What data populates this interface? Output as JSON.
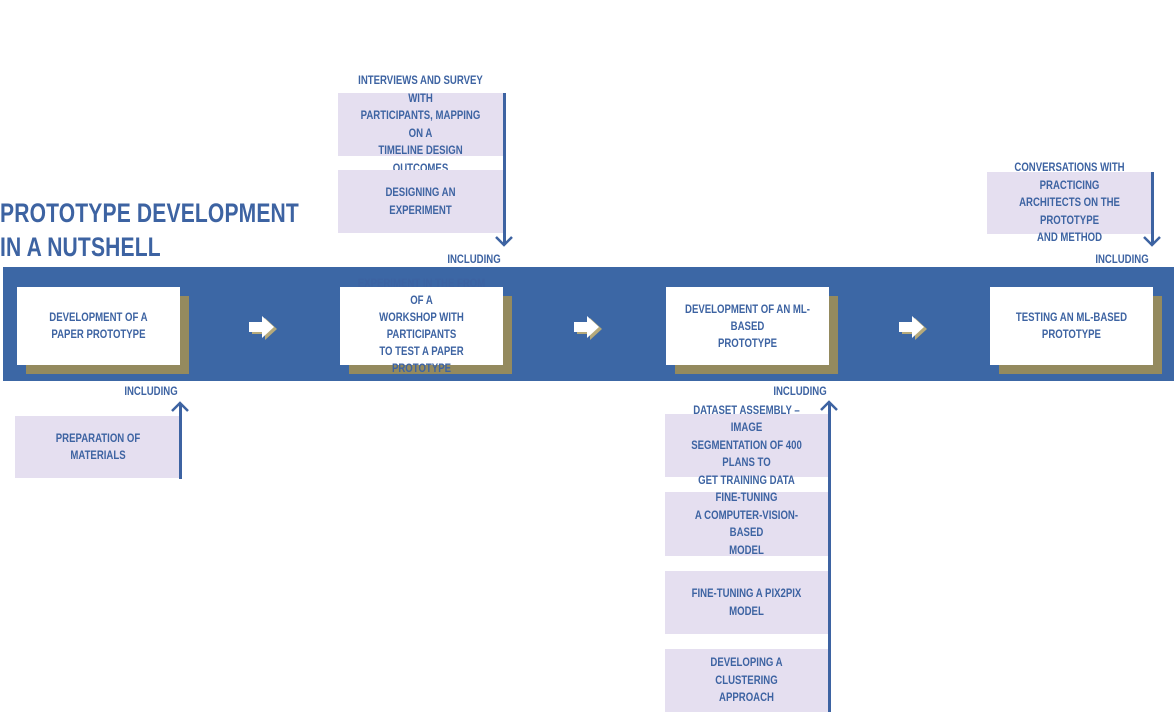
{
  "title": {
    "line1": "PROTOTYPE DEVELOPMENT",
    "line2": "IN A NUTSHELL"
  },
  "including": "INCLUDING",
  "stages": [
    {
      "label": "DEVELOPMENT OF A\nPAPER PROTOTYPE"
    },
    {
      "label": "EXPERIMENT IN THE FROM OF A\nWORKSHOP WITH PARTICIPANTS\nTO TEST A PAPER PROTOTYPE"
    },
    {
      "label": "DEVELOPMENT OF AN ML-BASED\nPROTOTYPE"
    },
    {
      "label": "TESTING AN ML-BASED\nPROTOTYPE"
    }
  ],
  "details": {
    "stage1": [
      "PREPARATION OF MATERIALS"
    ],
    "stage2": [
      "INTERVIEWS AND SURVEY WITH\nPARTICIPANTS, MAPPING ON A\nTIMELINE DESIGN OUTCOMES",
      "DESIGNING AN EXPERIMENT"
    ],
    "stage3": [
      "DATASET ASSEMBLY – IMAGE\nSEGMENTATION OF 400 PLANS TO\nGET TRAINING DATA",
      "FINE-TUNING\nA COMPUTER-VISION-BASED\nMODEL",
      "FINE-TUNING A PIX2PIX MODEL",
      "DEVELOPING A CLUSTERING\nAPPROACH"
    ],
    "stage4": [
      "CONVERSATIONS WITH PRACTICING\nARCHITECTS ON THE PROTOTYPE\nAND METHOD"
    ]
  },
  "colors": {
    "band": "#3c67a5",
    "text": "#3d63a2",
    "shadow": "#948a5e",
    "detail_bg": "#e5dff0",
    "arrow_shadow": "#b5a97a"
  }
}
